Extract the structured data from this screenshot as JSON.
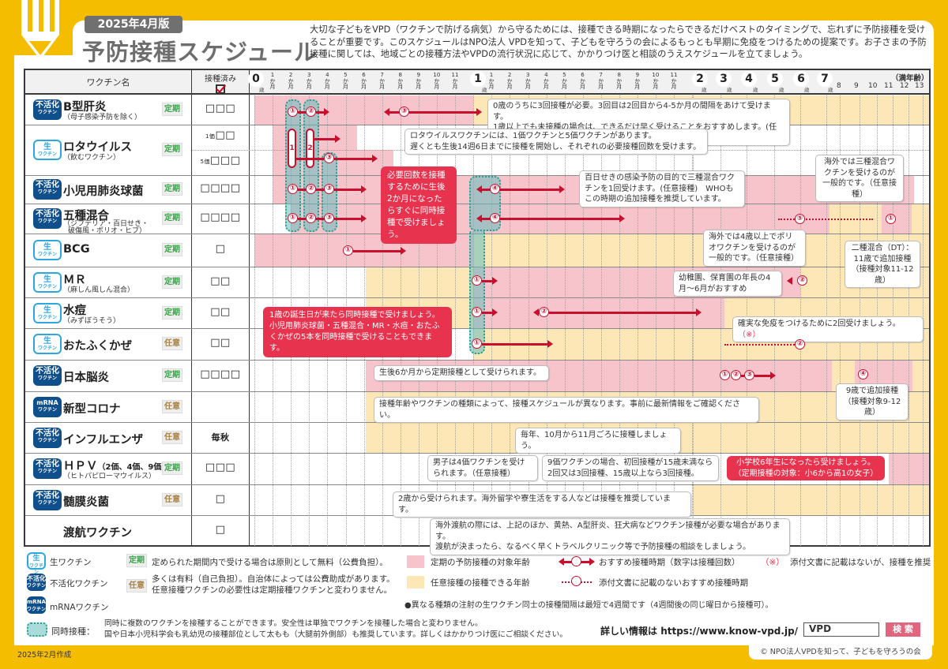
{
  "header": {
    "edition": "2025年4月版",
    "title": "予防接種スケジュール",
    "intro": "大切な子どもをVPD（ワクチンで防げる病気）から守るためには、接種できる時期になったらできるだけベストのタイミングで、忘れずに予防接種を受けることが重要です。このスケジュールはNPO法人 VPDを知って、子どもを守ろうの会によるもっとも早期に免疫をつけるための提案です。お子さまの予防接種に関しては、地域ごとの接種方法やVPDの流行状況に応じて、かかりつけ医と相談のうえスケジュールを立てましょう。"
  },
  "table": {
    "col_vaccine": "ワクチン名",
    "col_done": "接種済み",
    "age_label": "（満年齢）",
    "sai": "歳",
    "kagetsu_ka": "か",
    "kagetsu_getsu": "月",
    "months": [
      "1",
      "2",
      "3",
      "4",
      "5",
      "6",
      "7",
      "8",
      "9",
      "10",
      "11"
    ],
    "big_ages": [
      "0",
      "1",
      "2",
      "3",
      "4",
      "5",
      "6",
      "7"
    ],
    "small_ages": [
      "8",
      "9",
      "10",
      "11",
      "12",
      "13"
    ]
  },
  "badges": {
    "live": "生",
    "inact": "不活化",
    "mrna": "mRNA",
    "sub": "ワクチン"
  },
  "tags": {
    "teiki": "定期",
    "nini": "任意"
  },
  "vaccines": [
    {
      "name": "B型肝炎",
      "sub": "（母子感染予防を除く）",
      "type": "inact",
      "tag": "定期",
      "done": "□□□"
    },
    {
      "name": "ロタウイルス",
      "sub": "（飲むワクチン）",
      "type": "live",
      "tag": "定期",
      "done_1": "□□",
      "done_1_label": "1価",
      "done_5": "□□□",
      "done_5_label": "5価"
    },
    {
      "name": "小児用肺炎球菌",
      "sub": "",
      "type": "inact",
      "tag": "定期",
      "done": "□□□□"
    },
    {
      "name": "五種混合",
      "sub": "（ジフテリア・百日せき・",
      "sub2": "破傷風・ポリオ・ヒブ）",
      "type": "inact",
      "tag": "定期",
      "done": "□□□□"
    },
    {
      "name": "BCG",
      "sub": "",
      "type": "live",
      "tag": "定期",
      "done": "□"
    },
    {
      "name": "ＭＲ",
      "sub": "（麻しん風しん混合）",
      "type": "live",
      "tag": "定期",
      "done": "□□"
    },
    {
      "name": "水痘",
      "sub": "（みずぼうそう）",
      "type": "live",
      "tag": "定期",
      "done": "□□"
    },
    {
      "name": "おたふくかぜ",
      "sub": "",
      "type": "live",
      "tag": "任意",
      "done": "□□"
    },
    {
      "name": "日本脳炎",
      "sub": "",
      "type": "inact",
      "tag": "定期",
      "done": "□□□□"
    },
    {
      "name": "新型コロナ",
      "sub": "",
      "type": "mrna",
      "tag": "任意",
      "done": ""
    },
    {
      "name": "インフルエンザ",
      "sub": "",
      "type": "inact",
      "tag": "任意",
      "done": "毎秋"
    },
    {
      "name": "ＨＰＶ",
      "name_suffix": "（2価、4価、9価）",
      "sub": "（ヒトパピローマウイルス）",
      "type": "inact",
      "tag": "定期",
      "done": "□□□"
    },
    {
      "name": "髄膜炎菌",
      "sub": "",
      "type": "inact",
      "tag": "任意",
      "done": "□"
    },
    {
      "name": "渡航ワクチン",
      "sub": "",
      "type": "",
      "tag": "",
      "done": "□"
    }
  ],
  "notes": {
    "hepb": "0歳のうちに3回接種が必要。3回目は2回目から4-5か月の間隔をあけて受けます。\n1歳以上でも未接種の場合は、できるだけ早く受けることをおすすめします。(任意接種)",
    "rota": "ロタウイルスワクチンには、1価ワクチンと5価ワクチンがあります。\n遅くとも生後14週6日までに接種を開始し、それぞれの必要接種回数を受けます。",
    "red_2months": "必要回数を接種するために生後2か月になったらすぐに同時接種で受けましょう。",
    "pertussis": "百日せきの感染予防の目的で三種混合ワクチンを1回受けます。(任意接種)　WHOもこの時期の追加接種を推奨しています。",
    "overseas_dtap": "海外では三種混合ワクチンを受けるのが一般的です。（任意接種）",
    "polio": "海外では4歳以上でポリオワクチンを受けるのが一般的です。（任意接種）",
    "dt": "二種混合（DT）：11歳で追加接種（接種対象11-12歳）",
    "mr2": "幼稚園、保育園の年長の4月〜6月がおすすめ",
    "red_1year": "1歳の誕生日が来たら同時接種で受けましょう。小児用肺炎球菌・五種混合・MR・水痘・おたふくかぜの5本を同時接種で受けることもできます。",
    "mumps": "確実な免疫をつけるために2回受けましょう。",
    "mumps_mark": "（※）",
    "je": "生後6か月から定期接種として受けられます。",
    "je4": "9歳で追加接種（接種対象9-12歳）",
    "covid": "接種年齢やワクチンの種類によって、接種スケジュールが異なります。事前に最新情報をご確認ください。",
    "flu": "毎年、10月から11月ごろに接種しましょう。",
    "hpv_male": "男子は4価ワクチンを受けられます。（任意接種）",
    "hpv_9": "9価ワクチンの場合、初回接種が15歳未満なら2回又は3回接種、15歳以上なら3回接種。",
    "hpv_red": "小学校6年生になったら受けましょう。（定期接種の対象：小6から高1の女子）",
    "mening": "2歳から受けられます。海外留学や寮生活をする人などは接種を推奨しています。",
    "travel": "海外渡航の際には、上記のほか、黄熱、A型肝炎、狂犬病などワクチン接種が必要な場合があります。\n渡航が決まったら、なるべく早くトラベルクリニック等で予防接種の相談をしましょう。"
  },
  "numbers": [
    "①",
    "②",
    "③",
    "④",
    "⑤"
  ],
  "legend": {
    "live": "生ワクチン",
    "inact": "不活化ワクチン",
    "mrna": "mRNAワクチン",
    "teiki_desc": "定められた期間内で受ける場合は原則として無料（公費負担）。",
    "nini_desc": "多くは有料（自己負担）。自治体によっては公費助成があります。\n任意接種ワクチンの必要性は定期接種ワクチンと変わりません。",
    "pink": "定期の予防接種の対象年齢",
    "cream": "任意接種の接種できる年齢",
    "rec": "おすすめ接種時期（数字は接種回数）",
    "rec_dotted": "添付文書に記載のないおすすめ接種時期",
    "mark": "（※）",
    "mark_desc": "添付文書に記載はないが、接種を推奨",
    "live_interval": "●異なる種類の注射の生ワクチン同士の接種間隔は最短で4週間です（4週間後の同じ曜日から接種可）。",
    "simul_label": "同時接種：",
    "simul_desc": "同時に複数のワクチンを接種することができます。安全性は単独でワクチンを接種した場合と変わりません。\n国や日本小児科学会も乳幼児の接種部位として太もも（大腿前外側部）も推奨しています。詳しくはかかりつけ医にご相談ください。"
  },
  "footer": {
    "info_label": "詳しい情報は",
    "url": "https://www.know-vpd.jp/",
    "search_value": "VPD",
    "search_button": "検 索",
    "created": "2025年2月作成",
    "copyright": "© NPO法人VPDを知って、子どもを守ろうの会"
  },
  "colors": {
    "brand_yellow": "#f5bd00",
    "pink_range": "#f7c4cb",
    "cream_range": "#fde7b6",
    "accent_red": "#c8102e",
    "note_red": "#e8334f",
    "inactivated_blue": "#0f4f8c",
    "live_blue": "#2ea7e0",
    "simul_teal": "#8ccfcc"
  }
}
